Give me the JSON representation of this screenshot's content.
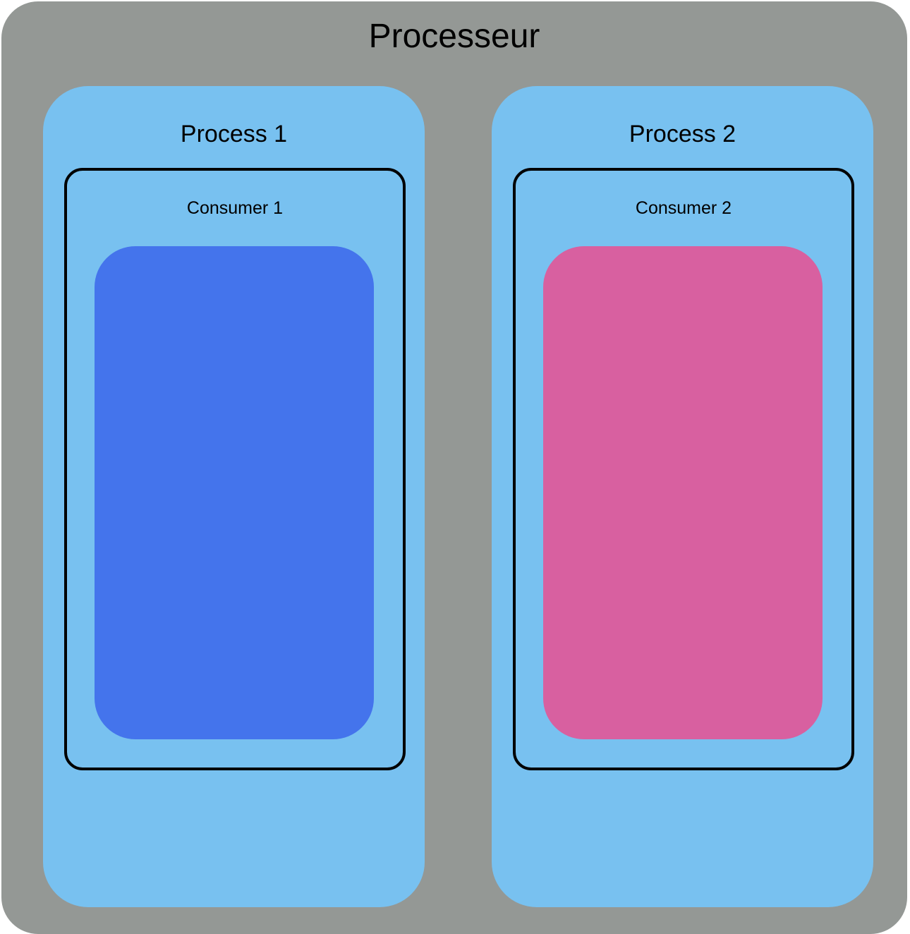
{
  "processor": {
    "title": "Processeur",
    "color": "#949895"
  },
  "processes": [
    {
      "title": "Process 1",
      "color": "#78c1f0",
      "consumer": {
        "title": "Consumer 1",
        "color": "#4474ec"
      }
    },
    {
      "title": "Process 2",
      "color": "#78c1f0",
      "consumer": {
        "title": "Consumer 2",
        "color": "#d860a0"
      }
    }
  ]
}
